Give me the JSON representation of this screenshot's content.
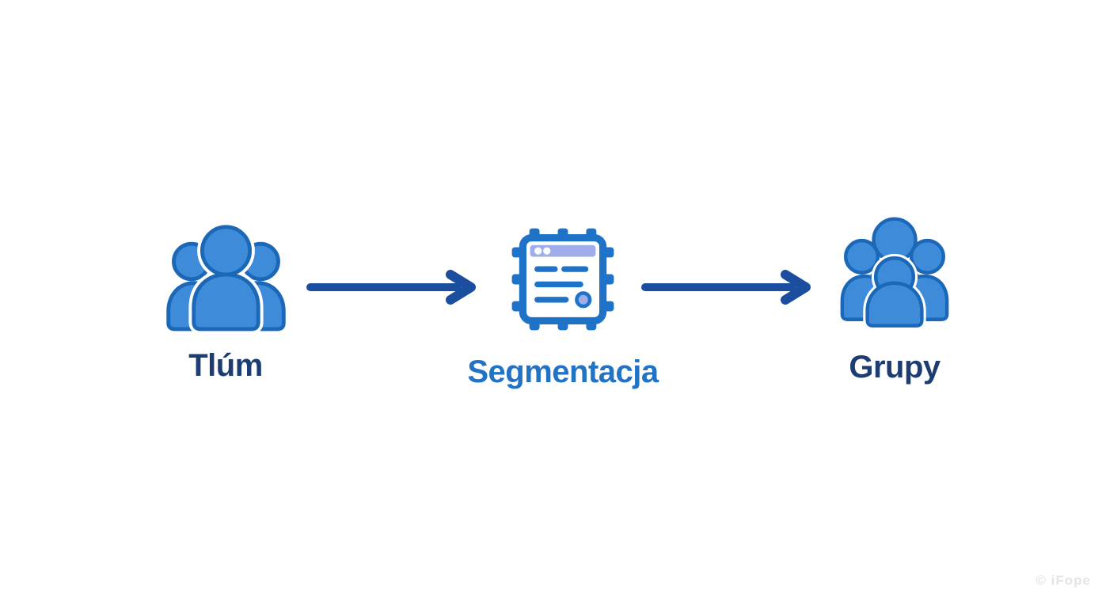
{
  "nodes": [
    {
      "label": "Tlúm",
      "icon": "people-group-3-icon"
    },
    {
      "label": "Segmentacja",
      "icon": "segmentation-window-icon"
    },
    {
      "label": "Grupy",
      "icon": "people-group-4-icon"
    }
  ],
  "connectors": [
    {
      "from": "Tlúm",
      "to": "Segmentacja",
      "icon": "arrow-right-icon"
    },
    {
      "from": "Segmentacja",
      "to": "Grupy",
      "icon": "arrow-right-icon"
    }
  ],
  "watermark": "© iFope",
  "colors": {
    "icon_fill": "#3E8BD9",
    "icon_stroke": "#1B67B8",
    "window_frame": "#1E72C8",
    "window_titlebar": "#9FADEA",
    "window_accent_circle": "#9FADEA",
    "arrow": "#1B4E9E",
    "label_navy": "#1D3C72",
    "label_blue": "#2273C4",
    "background": "#FFFFFF"
  }
}
